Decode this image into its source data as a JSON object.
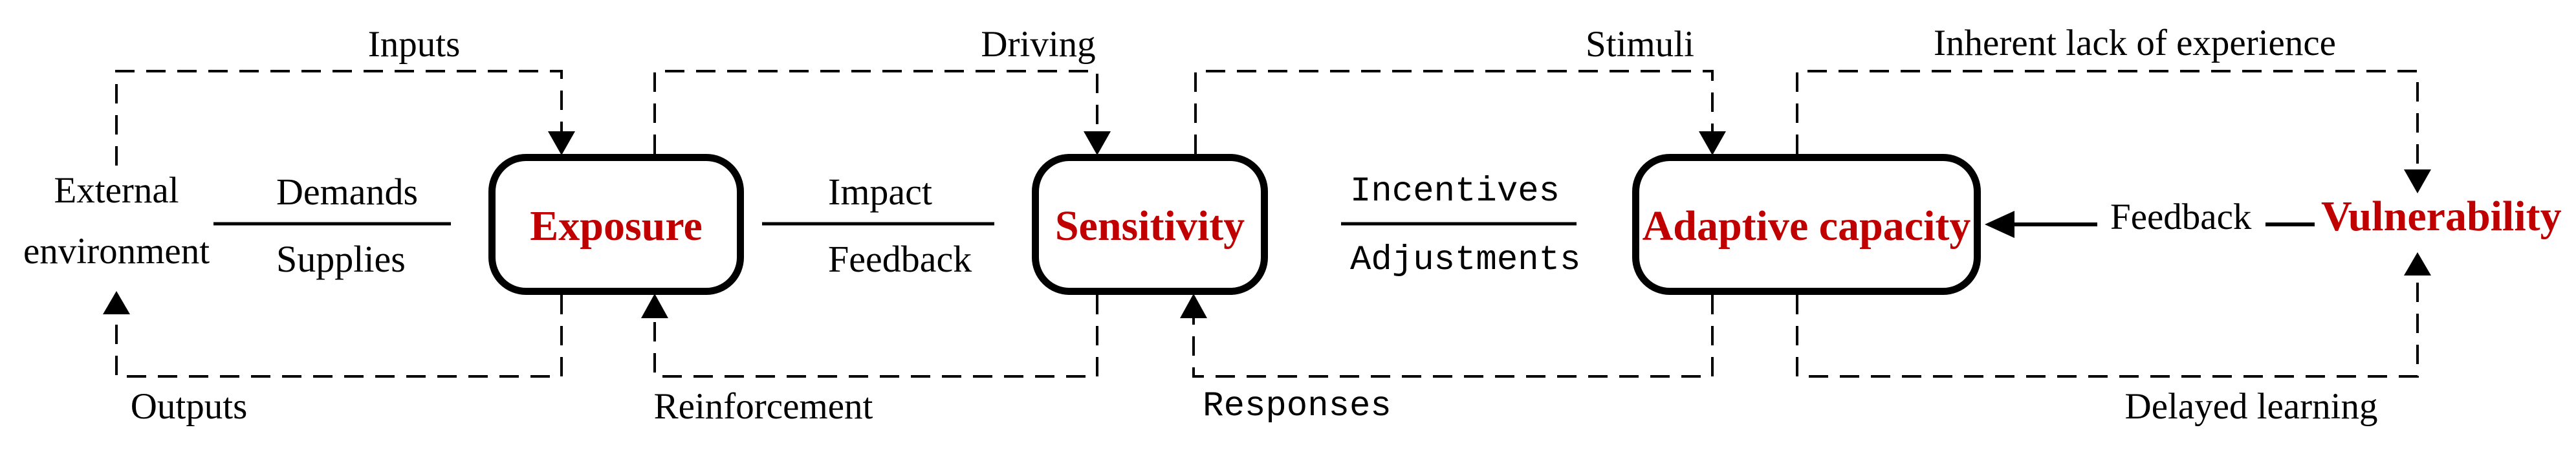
{
  "diagram": {
    "nodes": {
      "external_environment": {
        "label_line1": "External",
        "label_line2": "environment"
      },
      "exposure": {
        "label": "Exposure"
      },
      "sensitivity": {
        "label": "Sensitivity"
      },
      "adaptive_capacity": {
        "label": "Adaptive capacity"
      },
      "vulnerability": {
        "label": "Vulnerability"
      }
    },
    "edges": {
      "inputs": {
        "label": "Inputs",
        "from": "external_environment",
        "to": "exposure",
        "style": "dashed-arrow"
      },
      "driving": {
        "label": "Driving",
        "from": "exposure",
        "to": "sensitivity",
        "style": "dashed-arrow"
      },
      "stimuli": {
        "label": "Stimuli",
        "from": "sensitivity",
        "to": "adaptive_capacity",
        "style": "dashed-arrow"
      },
      "inherent_lack_of_experience": {
        "label": "Inherent lack of experience",
        "from": "adaptive_capacity",
        "to": "vulnerability",
        "style": "dashed-arrow"
      },
      "outputs": {
        "label": "Outputs",
        "from": "exposure",
        "to": "external_environment",
        "style": "dashed-arrow"
      },
      "reinforcement": {
        "label": "Reinforcement",
        "from": "sensitivity",
        "to": "exposure",
        "style": "dashed-arrow"
      },
      "responses": {
        "label": "Responses",
        "from": "adaptive_capacity",
        "to": "sensitivity",
        "style": "dashed-arrow"
      },
      "delayed_learning": {
        "label": "Delayed learning",
        "from": "adaptive_capacity",
        "to": "vulnerability",
        "style": "dashed-arrow"
      },
      "feedback": {
        "label": "Feedback",
        "from": "vulnerability",
        "to": "adaptive_capacity",
        "style": "solid-arrow"
      }
    },
    "exchanges": {
      "demands_supplies": {
        "top": "Demands",
        "bottom": "Supplies"
      },
      "impact_feedback": {
        "top": "Impact",
        "bottom": "Feedback"
      },
      "incentives_adjustments": {
        "top": "Incentives",
        "bottom": "Adjustments"
      }
    },
    "colors": {
      "emphasis_red": "#C00000",
      "line_black": "#000000",
      "background": "#FFFFFF"
    }
  }
}
